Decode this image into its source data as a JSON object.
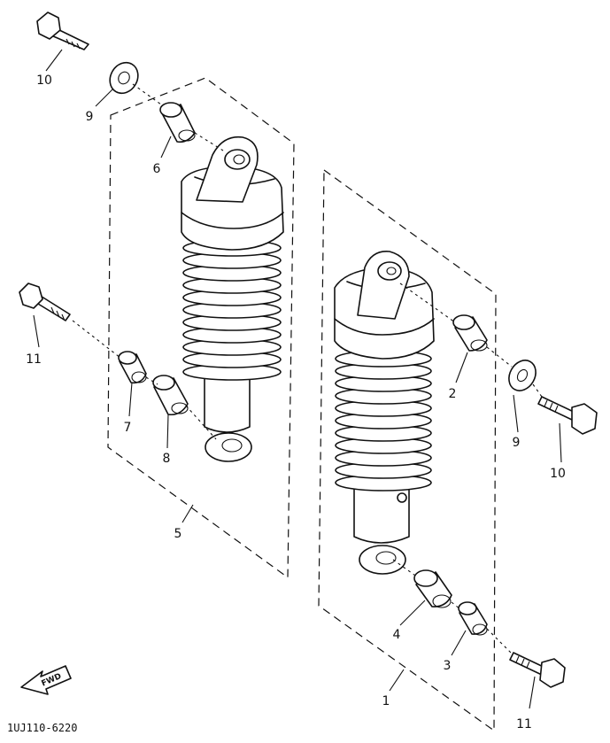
{
  "diagram": {
    "drawing_code": "1UJ110-6220",
    "fwd_label": "FWD",
    "callouts": {
      "c1": "1",
      "c2": "2",
      "c3": "3",
      "c4": "4",
      "c5": "5",
      "c6": "6",
      "c7": "7",
      "c8": "8",
      "c9_top": "9",
      "c9_right": "9",
      "c10_top": "10",
      "c10_right": "10",
      "c11_left": "11",
      "c11_bottom": "11"
    }
  }
}
